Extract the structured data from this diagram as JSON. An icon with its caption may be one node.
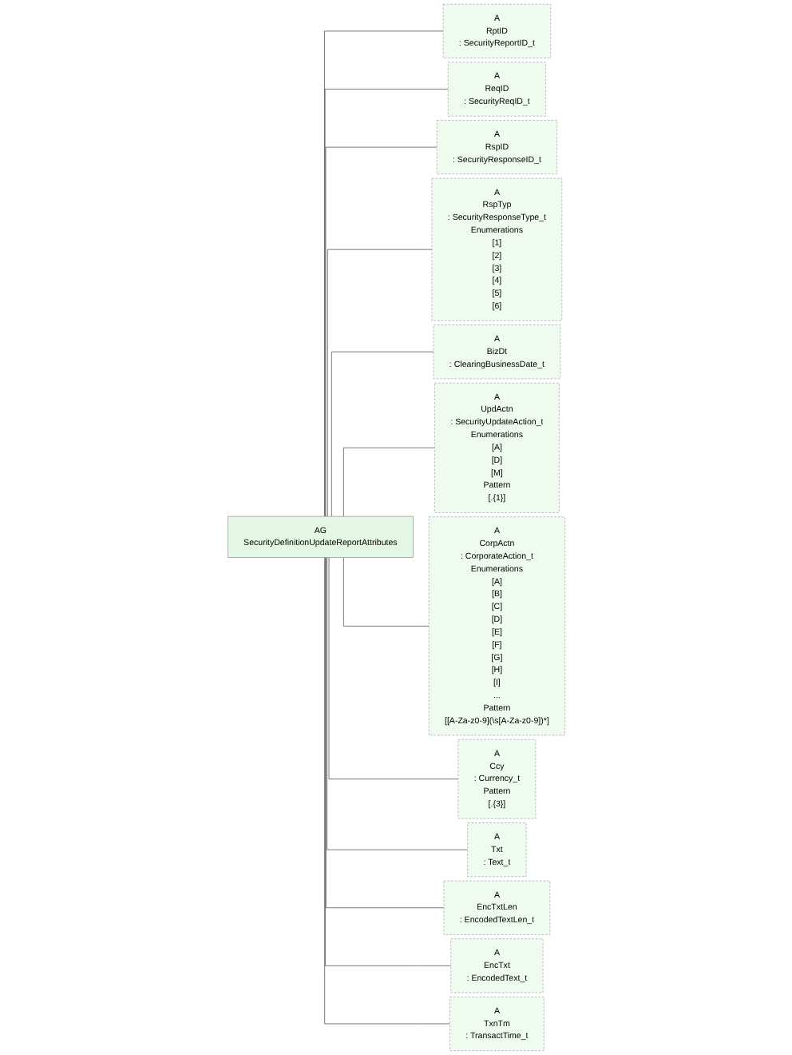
{
  "diagram": {
    "nodes": [
      {
        "text": [
          "AG",
          "SecurityDefinitionUpdateReportAttributes"
        ]
      },
      {
        "text": [
          "A",
          "RptID",
          ": SecurityReportID_t"
        ]
      },
      {
        "text": [
          "A",
          "ReqID",
          ": SecurityReqID_t"
        ]
      },
      {
        "text": [
          "A",
          "RspID",
          ": SecurityResponseID_t"
        ]
      },
      {
        "text": [
          "A",
          "RspTyp",
          ": SecurityResponseType_t",
          "Enumerations",
          "[1]",
          "[2]",
          "[3]",
          "[4]",
          "[5]",
          "[6]"
        ]
      },
      {
        "text": [
          "A",
          "BizDt",
          ": ClearingBusinessDate_t"
        ]
      },
      {
        "text": [
          "A",
          "UpdActn",
          ": SecurityUpdateAction_t",
          "Enumerations",
          "[A]",
          "[D]",
          "[M]",
          "Pattern",
          "[.{1}]"
        ]
      },
      {
        "text": [
          "A",
          "CorpActn",
          ": CorporateAction_t",
          "Enumerations",
          "[A]",
          "[B]",
          "[C]",
          "[D]",
          "[E]",
          "[F]",
          "[G]",
          "[H]",
          "[I]",
          "...",
          "Pattern",
          "[[A-Za-z0-9](\\s[A-Za-z0-9])*]"
        ]
      },
      {
        "text": [
          "A",
          "Ccy",
          ": Currency_t",
          "Pattern",
          "[.{3}]"
        ]
      },
      {
        "text": [
          "A",
          "Txt",
          ": Text_t"
        ]
      },
      {
        "text": [
          "A",
          "EncTxtLen",
          ": EncodedTextLen_t"
        ]
      },
      {
        "text": [
          "A",
          "EncTxt",
          ": EncodedText_t"
        ]
      },
      {
        "text": [
          "A",
          "TxnTm",
          ": TransactTime_t"
        ]
      }
    ],
    "edges": [
      {
        "from": 0,
        "to": 1,
        "arrow": "none"
      },
      {
        "from": 0,
        "to": 2,
        "arrow": "none"
      },
      {
        "from": 0,
        "to": 3,
        "arrow": "none"
      },
      {
        "from": 0,
        "to": 4,
        "arrow": "none"
      },
      {
        "from": 0,
        "to": 5,
        "arrow": "none"
      },
      {
        "from": 0,
        "to": 6,
        "arrow": "none"
      },
      {
        "from": 0,
        "to": 7,
        "arrow": "none"
      },
      {
        "from": 0,
        "to": 8,
        "arrow": "none"
      },
      {
        "from": 0,
        "to": 9,
        "arrow": "none"
      },
      {
        "from": 0,
        "to": 10,
        "arrow": "none"
      },
      {
        "from": 0,
        "to": 11,
        "arrow": "none"
      },
      {
        "from": 0,
        "to": 12,
        "arrow": "none"
      }
    ]
  }
}
